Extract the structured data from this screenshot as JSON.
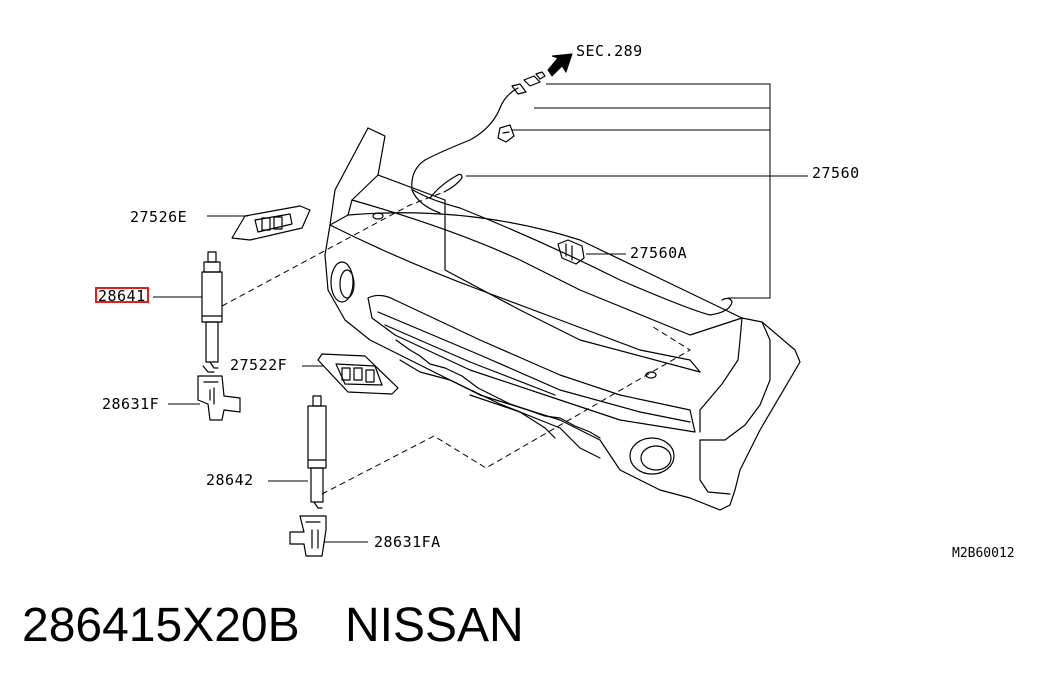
{
  "diagram": {
    "labels": {
      "sec": "SEC.289",
      "p27560": "27560",
      "p27560a": "27560A",
      "p27526e": "27526E",
      "p28641": "28641",
      "p27522f": "27522F",
      "p28631f": "28631F",
      "p28642": "28642",
      "p28631fa": "28631FA"
    },
    "diagram_code": "M2B60012",
    "highlight_color": "#e02020"
  },
  "footer": {
    "part_number": "286415X20B",
    "brand": "NISSAN"
  }
}
